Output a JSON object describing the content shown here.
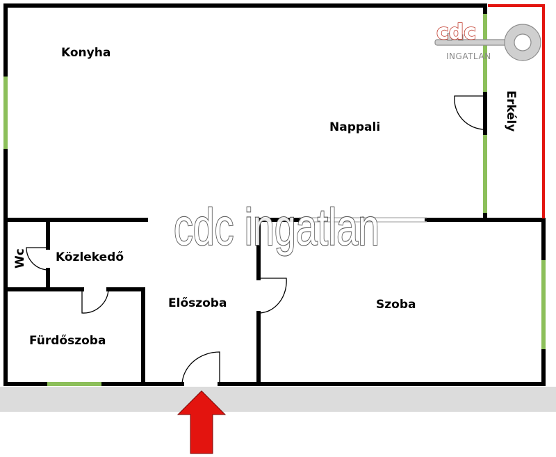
{
  "rooms": {
    "konyha": "Konyha",
    "nappali": "Nappali",
    "erkely": "Erkély",
    "wc": "Wc",
    "kozlekedo": "Közlekedő",
    "eloszoba": "Előszoba",
    "szoba": "Szoba",
    "furdoszoba": "Fürdőszoba"
  },
  "logo": {
    "mark": "cdc",
    "subtitle": "INGATLAN"
  },
  "watermark": "cdc ingatlan",
  "colors": {
    "wall": "#000000",
    "window": "#8cbf5a",
    "balcony_edge": "#e3140f",
    "entrance_arrow": "#e3140f",
    "floor_shadow": "#d9d9d9"
  }
}
